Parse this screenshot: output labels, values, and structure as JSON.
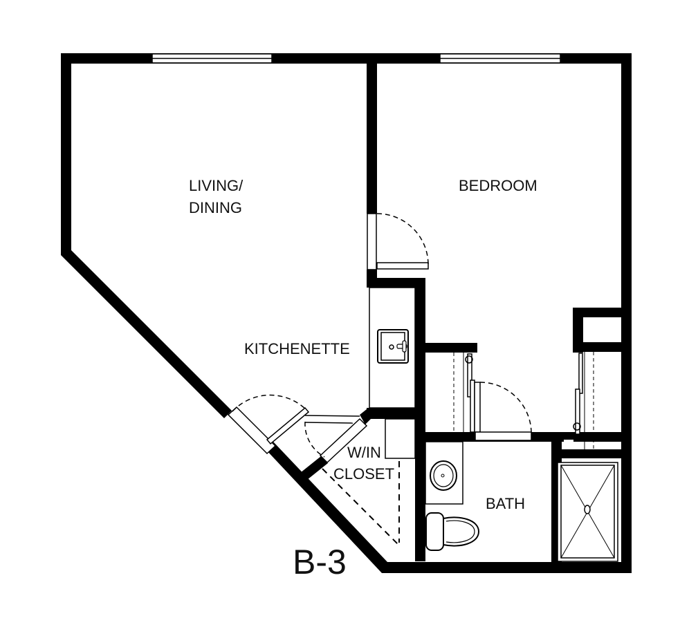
{
  "plan": {
    "unit_label": "B-3",
    "colors": {
      "wall": "#000000",
      "background": "#ffffff",
      "fixture": "#000000"
    },
    "rooms": [
      {
        "id": "living-dining",
        "lines": [
          "LIVING/",
          "DINING"
        ]
      },
      {
        "id": "bedroom",
        "lines": [
          "BEDROOM"
        ]
      },
      {
        "id": "kitchenette",
        "lines": [
          "KITCHENETTE"
        ]
      },
      {
        "id": "walk-in-closet",
        "lines": [
          "W/IN",
          "CLOSET"
        ]
      },
      {
        "id": "bath",
        "lines": [
          "BATH"
        ]
      }
    ],
    "fixtures": [
      "kitchen-sink",
      "bath-sink",
      "toilet",
      "shower",
      "closet-doors",
      "windows",
      "doors"
    ]
  }
}
